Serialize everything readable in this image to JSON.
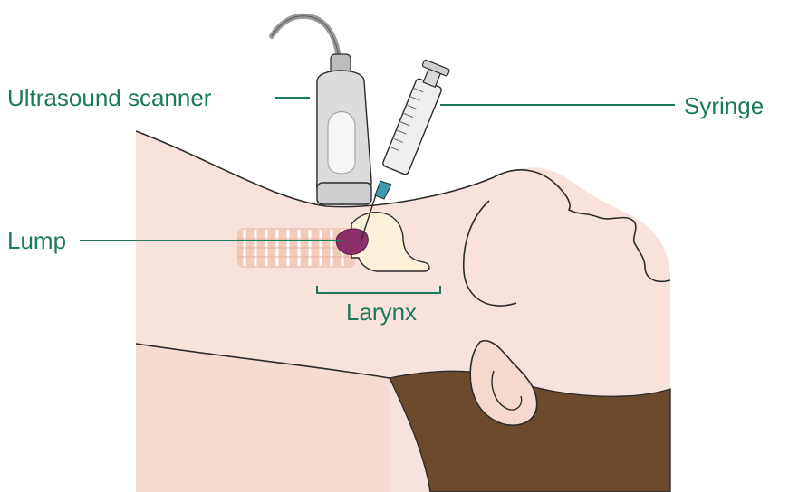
{
  "labels": {
    "ultrasound_scanner": "Ultrasound scanner",
    "syringe": "Syringe",
    "lump": "Lump",
    "larynx": "Larynx"
  },
  "colors": {
    "label_text": "#1b7a5c",
    "leader_line": "#1b7a5c",
    "skin": "#f9e2dc",
    "skin_shadow": "#f3d3cb",
    "hair": "#6e4a2c",
    "outline": "#2b2b2b",
    "probe_body": "#dcdcdc",
    "probe_highlight": "#f6f6f6",
    "probe_shadow": "#9a9a9a",
    "syringe_barrel": "#eeeeee",
    "needle_hub": "#3a9ab0",
    "lump": "#8c2f6a",
    "cartilage": "#fbf1d8",
    "trachea_rings": "#f1c9b7"
  },
  "icons": {
    "scanner": "ultrasound-probe-icon",
    "syringe": "syringe-icon",
    "lump": "lump-icon",
    "larynx": "larynx-cartilage-icon",
    "trachea": "trachea-rings-icon"
  }
}
